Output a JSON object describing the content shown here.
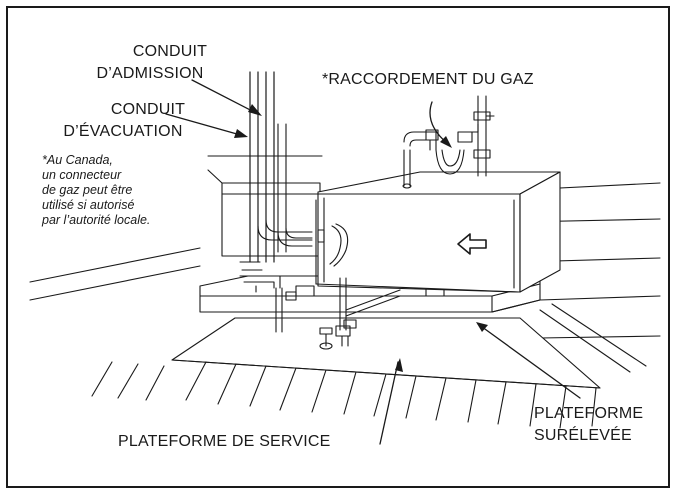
{
  "labels": {
    "intake_line1": "CONDUIT",
    "intake_line2": "D’ADMISSION",
    "exhaust_line1": "CONDUIT",
    "exhaust_line2": "D’ÉVACUATION",
    "gas_connection": "*RACCORDEMENT DU GAZ",
    "service_platform": "PLATEFORME DE SERVICE",
    "raised_line1": "PLATEFORME",
    "raised_line2": "SURÉLEVÉE"
  },
  "note": {
    "lines": [
      "*Au Canada,",
      "un connecteur",
      "de gaz peut être",
      "utilisé si autorisé",
      "par l’autorité locale."
    ]
  },
  "colors": {
    "ink": "#1a1a1a",
    "paper": "#ffffff",
    "shade": "#e6e6e6"
  },
  "icons": {
    "unit_arrow": "left-arrow-icon"
  }
}
